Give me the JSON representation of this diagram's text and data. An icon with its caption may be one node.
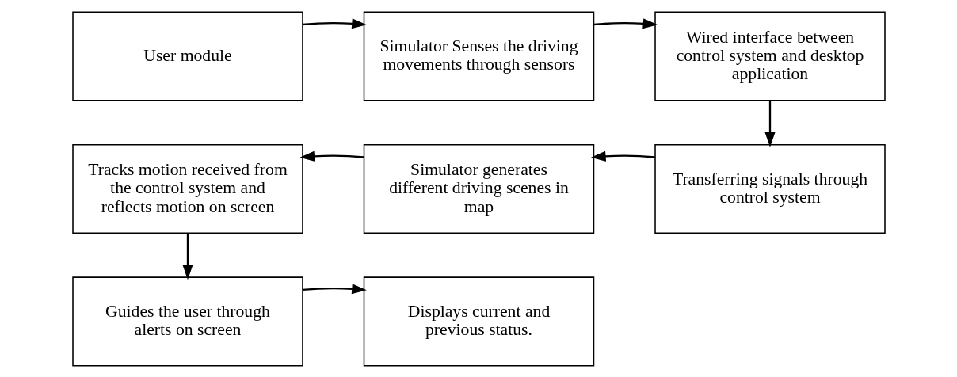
{
  "diagram": {
    "nodes": [
      {
        "text": [
          "User module"
        ]
      },
      {
        "text": [
          "Simulator Senses the driving movements through sensors"
        ]
      },
      {
        "text": [
          "Wired interface between control system and desktop application"
        ]
      },
      {
        "text": [
          "Transferring signals through control system"
        ]
      },
      {
        "text": [
          "Simulator generates different driving scenes in map"
        ]
      },
      {
        "text": [
          "Tracks motion received from the control system and reflects motion on screen"
        ]
      },
      {
        "text": [
          "Guides the user through alerts on screen"
        ]
      },
      {
        "text": [
          "Displays current and previous status."
        ]
      }
    ],
    "edges": [
      {
        "from": 0,
        "to": 1,
        "arrow": "to"
      },
      {
        "from": 1,
        "to": 2,
        "arrow": "to"
      },
      {
        "from": 2,
        "to": 3,
        "arrow": "to"
      },
      {
        "from": 3,
        "to": 4,
        "arrow": "to"
      },
      {
        "from": 4,
        "to": 5,
        "arrow": "to"
      },
      {
        "from": 5,
        "to": 6,
        "arrow": "to"
      },
      {
        "from": 6,
        "to": 7,
        "arrow": "to"
      }
    ]
  }
}
